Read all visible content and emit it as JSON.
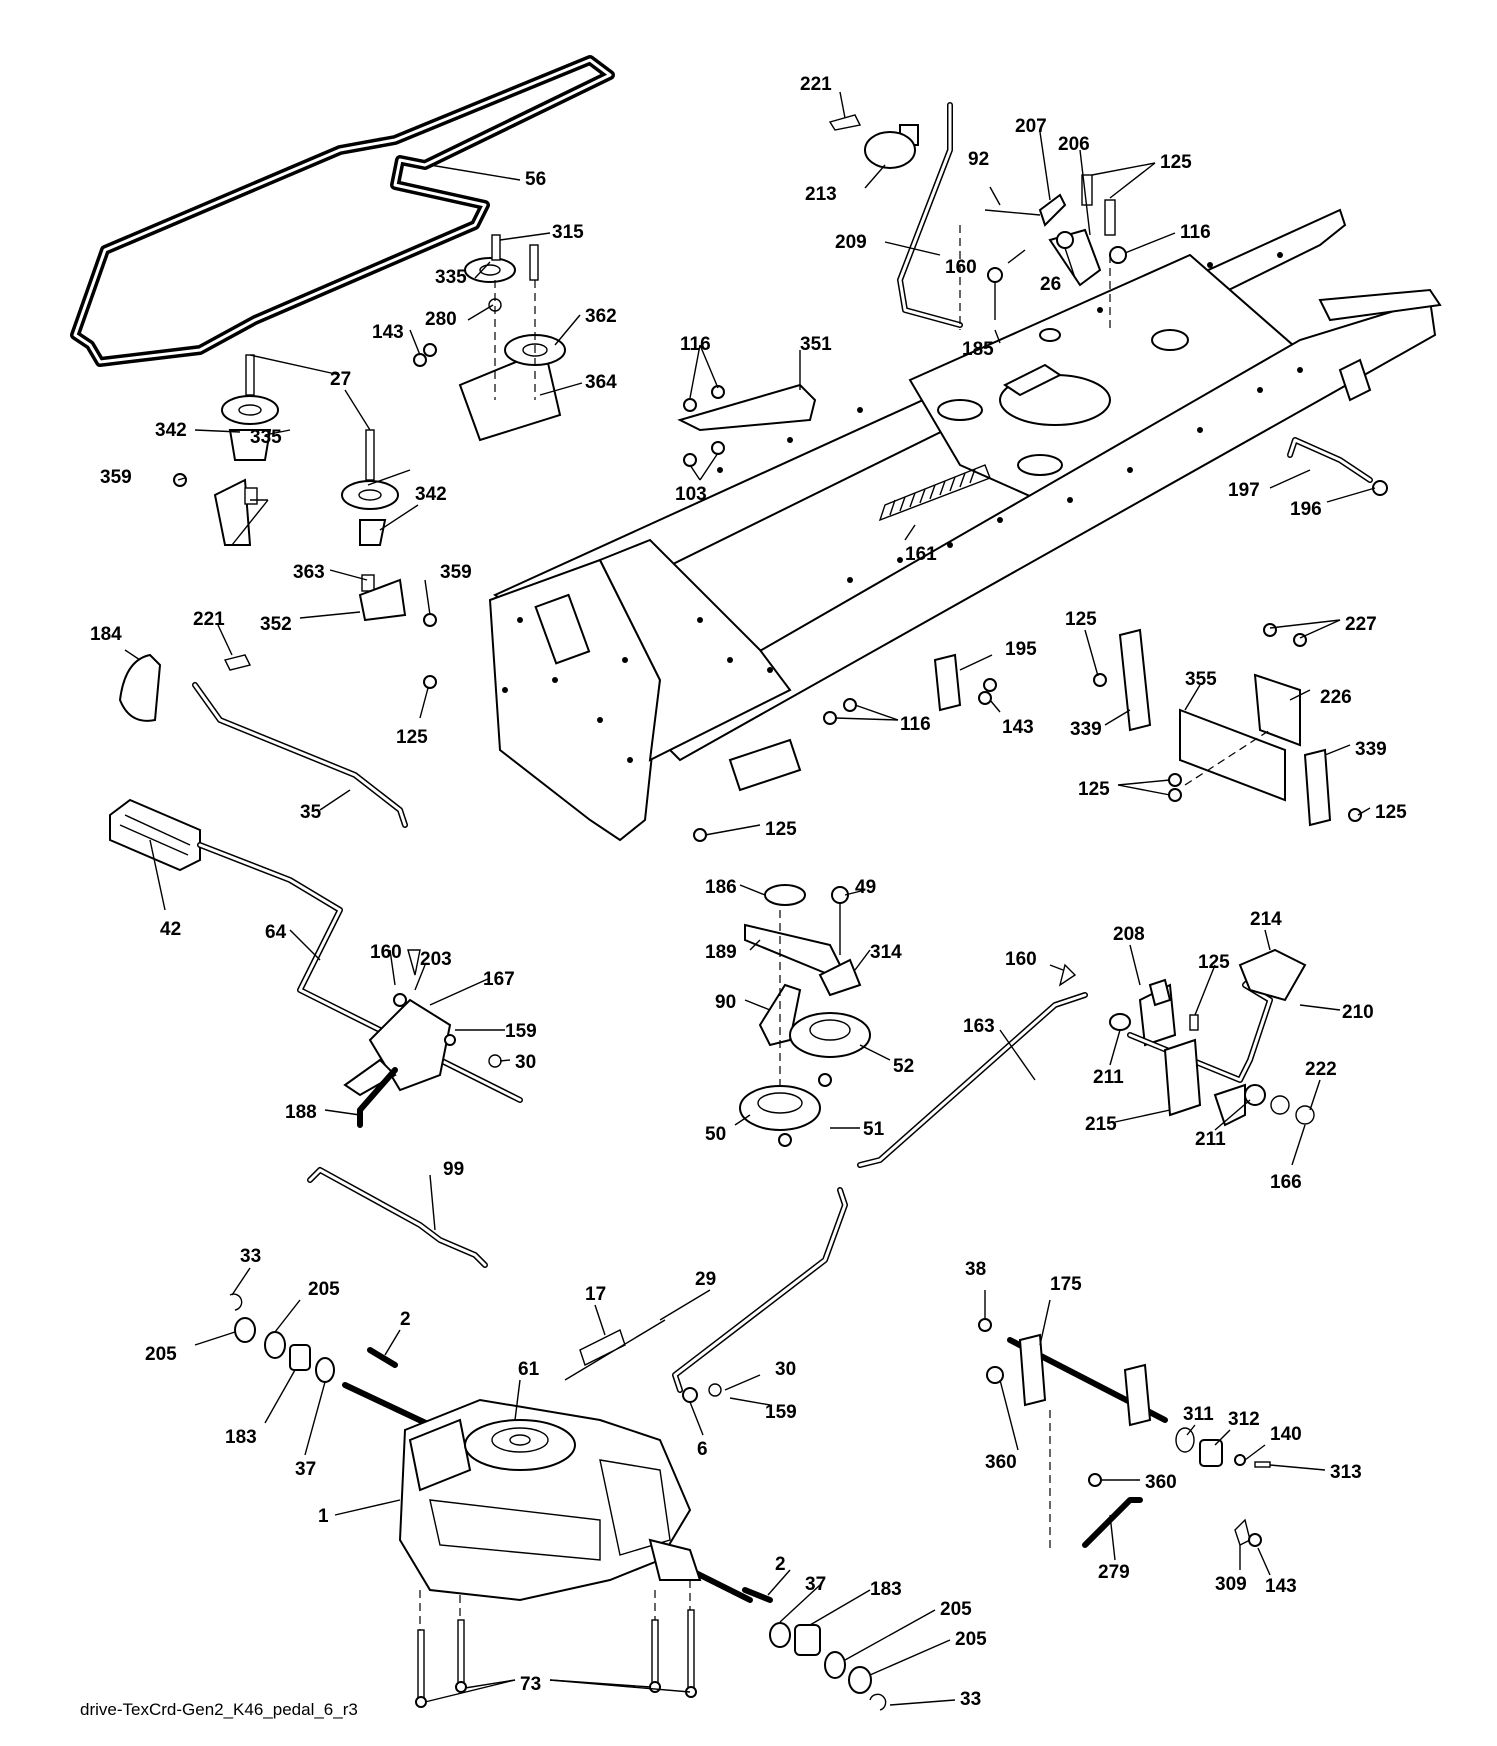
{
  "caption": "drive-TexCrd-Gen2_K46_pedal_6_r3",
  "callouts": [
    {
      "id": "c221a",
      "text": "221"
    },
    {
      "id": "c213",
      "text": "213"
    },
    {
      "id": "c92",
      "text": "92"
    },
    {
      "id": "c207",
      "text": "207"
    },
    {
      "id": "c206",
      "text": "206"
    },
    {
      "id": "c125a",
      "text": "125"
    },
    {
      "id": "c116a",
      "text": "116"
    },
    {
      "id": "c209",
      "text": "209"
    },
    {
      "id": "c160a",
      "text": "160"
    },
    {
      "id": "c26",
      "text": "26"
    },
    {
      "id": "c185",
      "text": "185"
    },
    {
      "id": "c56",
      "text": "56"
    },
    {
      "id": "c315",
      "text": "315"
    },
    {
      "id": "c335a",
      "text": "335"
    },
    {
      "id": "c280",
      "text": "280"
    },
    {
      "id": "c362",
      "text": "362"
    },
    {
      "id": "c143a",
      "text": "143"
    },
    {
      "id": "c364",
      "text": "364"
    },
    {
      "id": "c116b",
      "text": "116"
    },
    {
      "id": "c351",
      "text": "351"
    },
    {
      "id": "c103",
      "text": "103"
    },
    {
      "id": "c27",
      "text": "27"
    },
    {
      "id": "c342a",
      "text": "342"
    },
    {
      "id": "c335b",
      "text": "335"
    },
    {
      "id": "c359a",
      "text": "359"
    },
    {
      "id": "c342b",
      "text": "342"
    },
    {
      "id": "c363",
      "text": "363"
    },
    {
      "id": "c359b",
      "text": "359"
    },
    {
      "id": "c352",
      "text": "352"
    },
    {
      "id": "c161",
      "text": "161"
    },
    {
      "id": "c197",
      "text": "197"
    },
    {
      "id": "c196",
      "text": "196"
    },
    {
      "id": "c184",
      "text": "184"
    },
    {
      "id": "c221b",
      "text": "221"
    },
    {
      "id": "c125b",
      "text": "125"
    },
    {
      "id": "c195",
      "text": "195"
    },
    {
      "id": "c143b",
      "text": "143"
    },
    {
      "id": "c116c",
      "text": "116"
    },
    {
      "id": "c125c",
      "text": "125"
    },
    {
      "id": "c227",
      "text": "227"
    },
    {
      "id": "c355",
      "text": "355"
    },
    {
      "id": "c226",
      "text": "226"
    },
    {
      "id": "c339a",
      "text": "339"
    },
    {
      "id": "c339b",
      "text": "339"
    },
    {
      "id": "c125d",
      "text": "125"
    },
    {
      "id": "c125e",
      "text": "125"
    },
    {
      "id": "c35",
      "text": "35"
    },
    {
      "id": "c125f",
      "text": "125"
    },
    {
      "id": "c42",
      "text": "42"
    },
    {
      "id": "c64",
      "text": "64"
    },
    {
      "id": "c160b",
      "text": "160"
    },
    {
      "id": "c203",
      "text": "203"
    },
    {
      "id": "c167",
      "text": "167"
    },
    {
      "id": "c159a",
      "text": "159"
    },
    {
      "id": "c30a",
      "text": "30"
    },
    {
      "id": "c188",
      "text": "188"
    },
    {
      "id": "c186",
      "text": "186"
    },
    {
      "id": "c49",
      "text": "49"
    },
    {
      "id": "c189",
      "text": "189"
    },
    {
      "id": "c314",
      "text": "314"
    },
    {
      "id": "c90",
      "text": "90"
    },
    {
      "id": "c52",
      "text": "52"
    },
    {
      "id": "c50",
      "text": "50"
    },
    {
      "id": "c51",
      "text": "51"
    },
    {
      "id": "c160c",
      "text": "160"
    },
    {
      "id": "c208",
      "text": "208"
    },
    {
      "id": "c125g",
      "text": "125"
    },
    {
      "id": "c214",
      "text": "214"
    },
    {
      "id": "c163",
      "text": "163"
    },
    {
      "id": "c210",
      "text": "210"
    },
    {
      "id": "c211a",
      "text": "211"
    },
    {
      "id": "c222",
      "text": "222"
    },
    {
      "id": "c215",
      "text": "215"
    },
    {
      "id": "c211b",
      "text": "211"
    },
    {
      "id": "c166",
      "text": "166"
    },
    {
      "id": "c99",
      "text": "99"
    },
    {
      "id": "c33a",
      "text": "33"
    },
    {
      "id": "c205a",
      "text": "205"
    },
    {
      "id": "c205b",
      "text": "205"
    },
    {
      "id": "c17",
      "text": "17"
    },
    {
      "id": "c29",
      "text": "29"
    },
    {
      "id": "c2a",
      "text": "2"
    },
    {
      "id": "c61",
      "text": "61"
    },
    {
      "id": "c30b",
      "text": "30"
    },
    {
      "id": "c159b",
      "text": "159"
    },
    {
      "id": "c183a",
      "text": "183"
    },
    {
      "id": "c37a",
      "text": "37"
    },
    {
      "id": "c6",
      "text": "6"
    },
    {
      "id": "c1",
      "text": "1"
    },
    {
      "id": "c38",
      "text": "38"
    },
    {
      "id": "c175",
      "text": "175"
    },
    {
      "id": "c311",
      "text": "311"
    },
    {
      "id": "c312",
      "text": "312"
    },
    {
      "id": "c140",
      "text": "140"
    },
    {
      "id": "c360a",
      "text": "360"
    },
    {
      "id": "c360b",
      "text": "360"
    },
    {
      "id": "c313",
      "text": "313"
    },
    {
      "id": "c279",
      "text": "279"
    },
    {
      "id": "c309",
      "text": "309"
    },
    {
      "id": "c143c",
      "text": "143"
    },
    {
      "id": "c2b",
      "text": "2"
    },
    {
      "id": "c37b",
      "text": "37"
    },
    {
      "id": "c183b",
      "text": "183"
    },
    {
      "id": "c205c",
      "text": "205"
    },
    {
      "id": "c205d",
      "text": "205"
    },
    {
      "id": "c73",
      "text": "73"
    },
    {
      "id": "c33b",
      "text": "33"
    }
  ]
}
